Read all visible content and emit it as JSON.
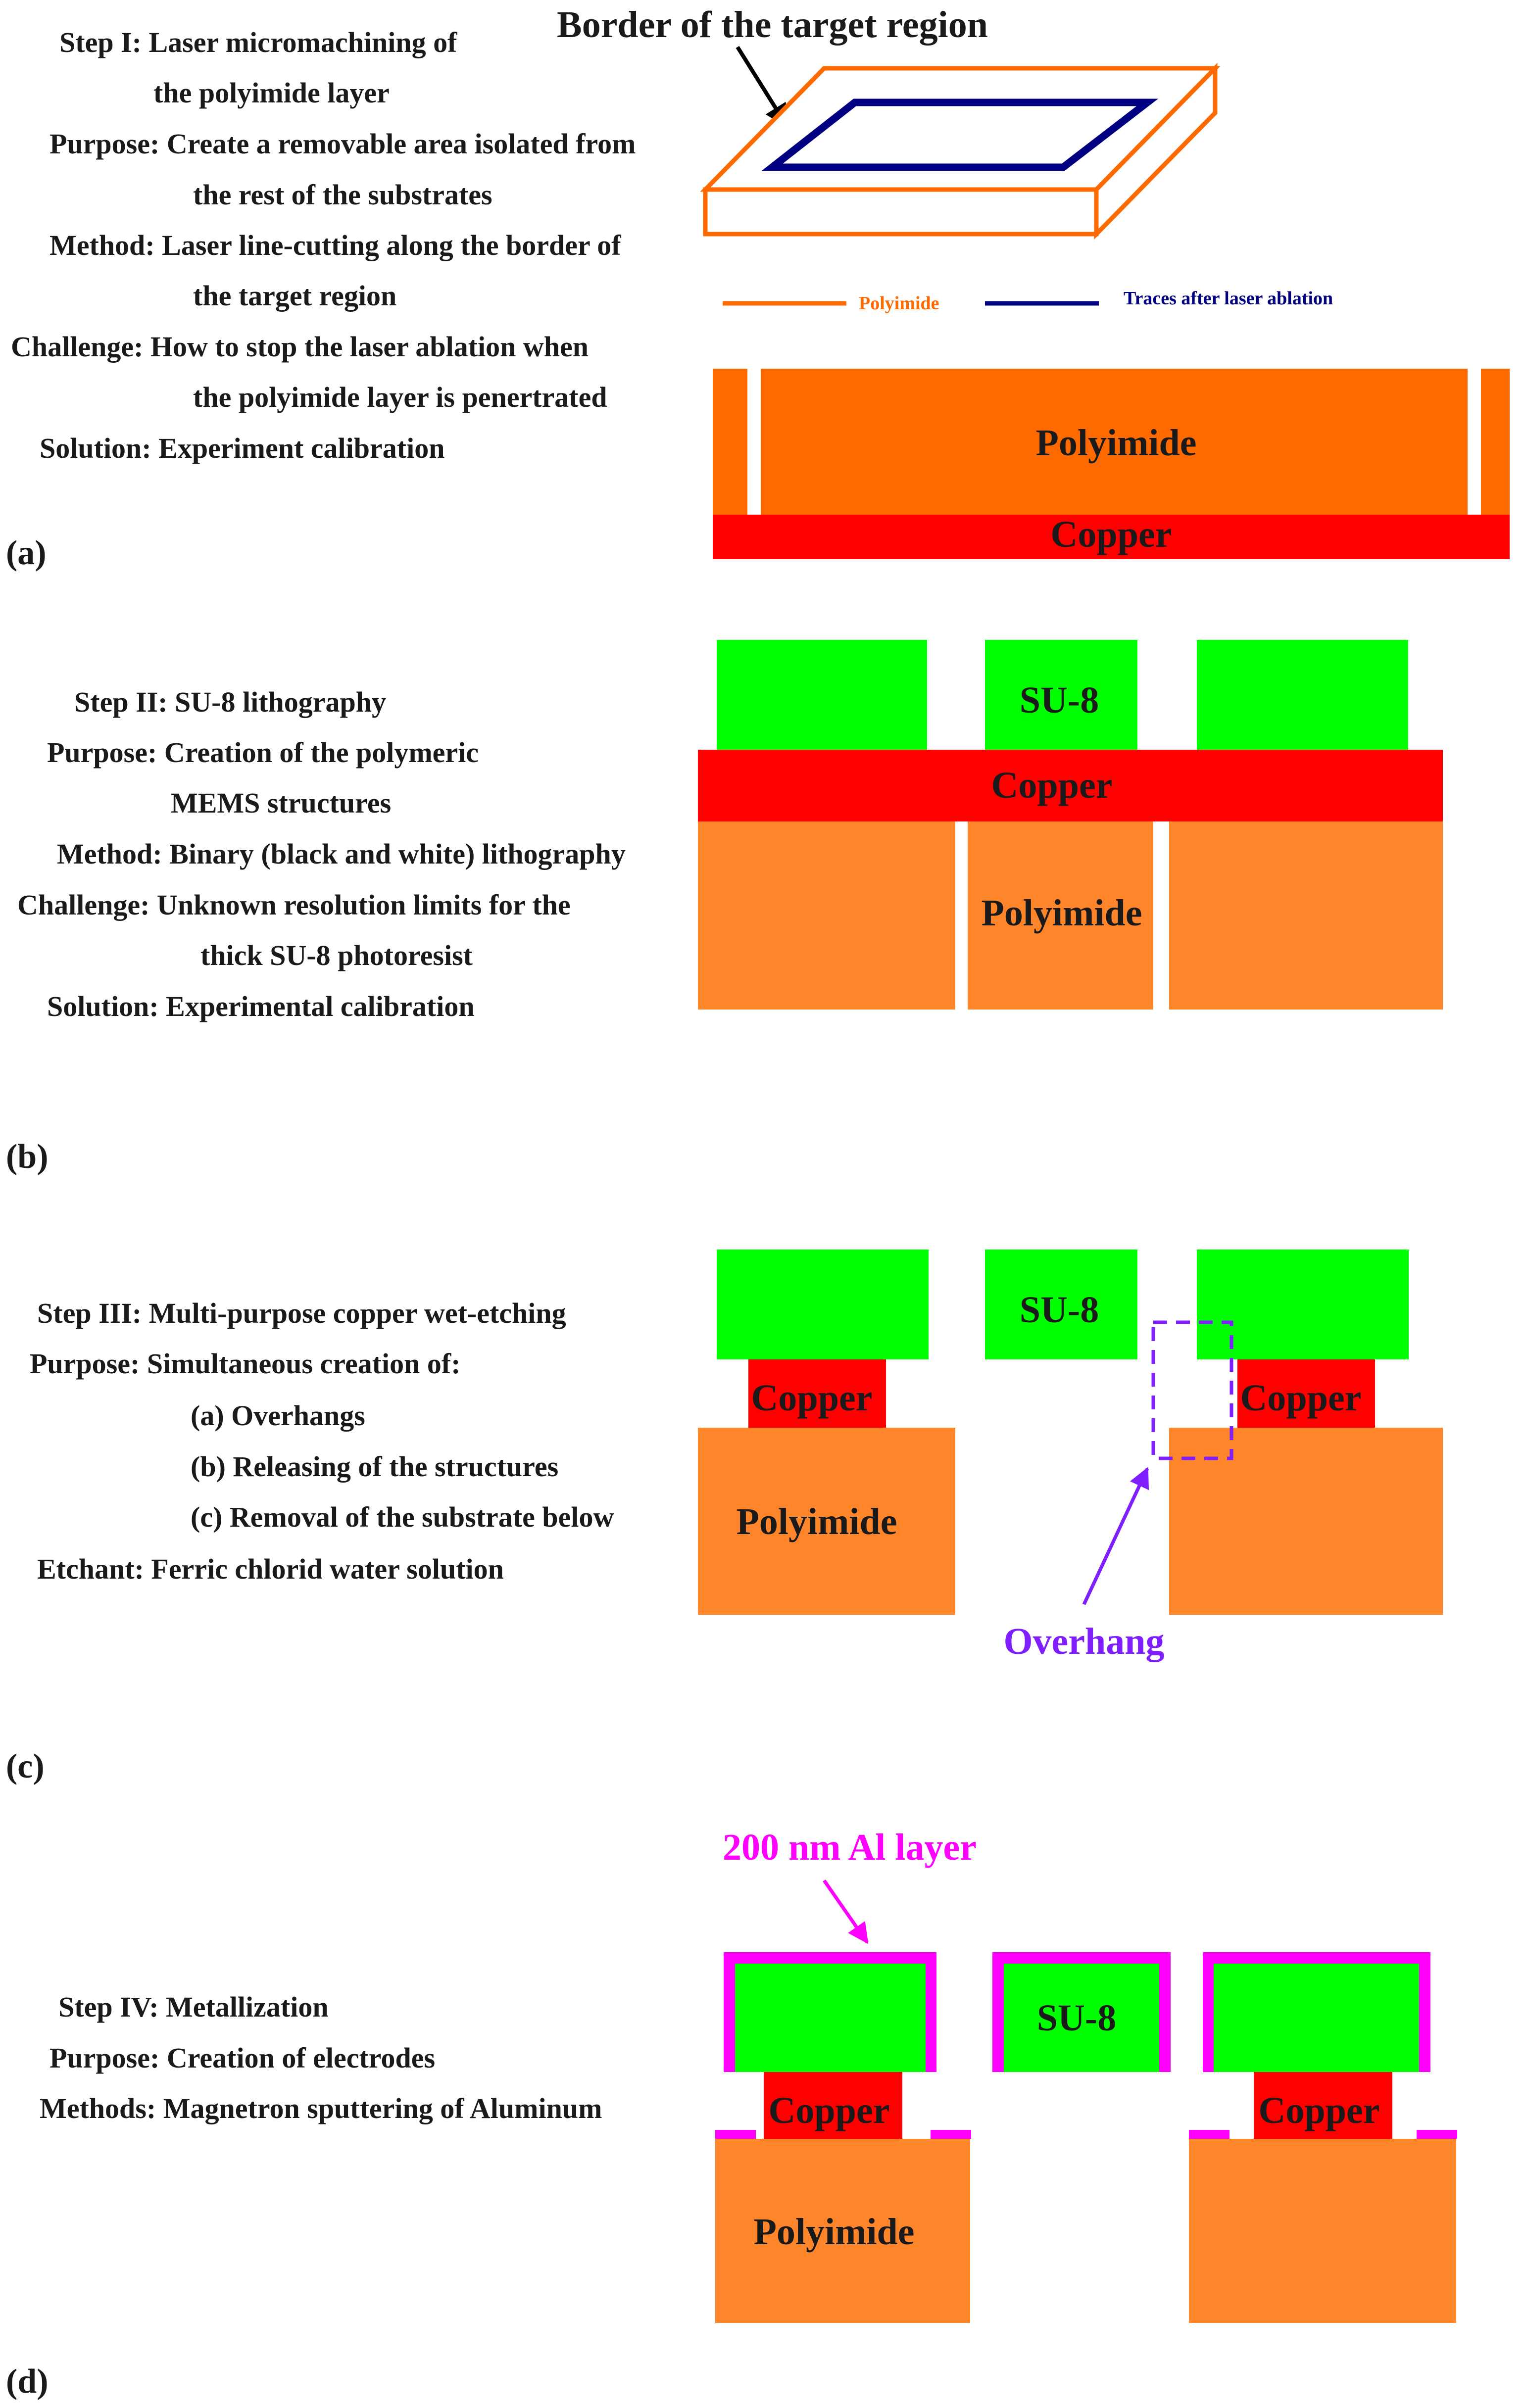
{
  "panel_a": {
    "label": "(a)",
    "text": [
      "Step I: Laser micromachining of",
      "the polyimide layer",
      "Purpose: Create a removable area isolated from",
      "the rest of the substrates",
      "Method: Laser line-cutting along the border of",
      "the target region",
      "Challenge: How to stop the laser ablation when",
      "the polyimide layer is penertrated",
      "Solution: Experiment calibration"
    ],
    "callout": "Border of the target region",
    "legend_polyimide": "Polyimide",
    "legend_traces": "Traces after laser ablation",
    "polyimide": "Polyimide",
    "copper": "Copper"
  },
  "panel_b": {
    "label": "(b)",
    "text": [
      "Step II: SU-8 lithography",
      "Purpose: Creation of the polymeric",
      "MEMS structures",
      "Method: Binary (black and white) lithography",
      "Challenge: Unknown resolution limits for the",
      "thick SU-8 photoresist",
      "Solution: Experimental calibration"
    ],
    "su8": "SU-8",
    "copper": "Copper",
    "polyimide": "Polyimide"
  },
  "panel_c": {
    "label": "(c)",
    "text": [
      "Step III: Multi-purpose copper wet-etching",
      "Purpose: Simultaneous creation of:",
      "(a) Overhangs",
      "(b) Releasing of the structures",
      "(c) Removal of the substrate below",
      "Etchant: Ferric chlorid water solution"
    ],
    "su8": "SU-8",
    "copper_left": "Copper",
    "copper_right": "Copper",
    "polyimide": "Polyimide",
    "overhang": "Overhang"
  },
  "panel_d": {
    "label": "(d)",
    "text": [
      "Step IV: Metallization",
      "Purpose: Creation of electrodes",
      "Methods: Magnetron sputtering of Aluminum"
    ],
    "al_layer": "200 nm Al layer",
    "su8": "SU-8",
    "copper_left": "Copper",
    "copper_right": "Copper",
    "polyimide": "Polyimide"
  },
  "colors": {
    "polyimide": "#fe6a00",
    "polyimide_light": "#ff852b",
    "copper": "#fe0000",
    "su8": "#00ff00",
    "aluminum": "#ff00ff",
    "trace": "#000080",
    "overhang": "#7f1fff"
  }
}
